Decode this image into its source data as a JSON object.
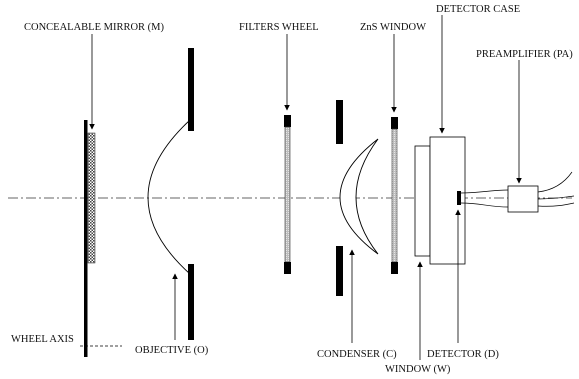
{
  "labels": {
    "concealable_mirror": "CONCEALABLE MIRROR (M)",
    "filters_wheel": "FILTERS WHEEL",
    "zns_window": "ZnS WINDOW",
    "detector_case": "DETECTOR CASE",
    "preamplifier": "PREAMPLIFIER (PA)",
    "wheel_axis": "WHEEL AXIS",
    "objective": "OBJECTIVE (O)",
    "condenser": "CONDENSER (C)",
    "detector": "DETECTOR (D)",
    "window": "WINDOW (W)"
  }
}
